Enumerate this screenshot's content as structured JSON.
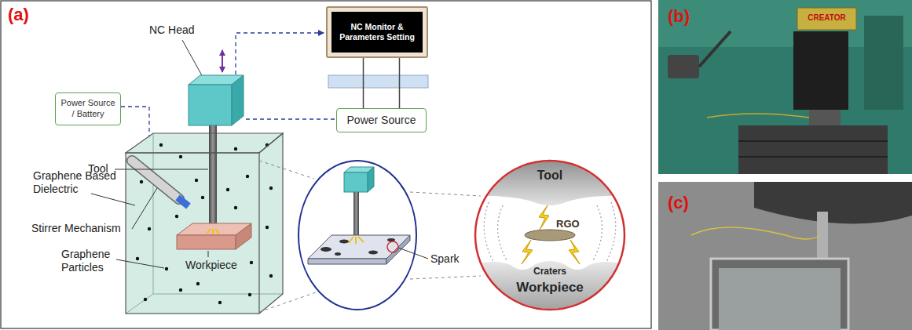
{
  "diagram": {
    "nodes": [
      {
        "text": [
          "Power Source / Battery"
        ]
      },
      {
        "text": [
          "NC Monitor & Parameters Setting"
        ]
      },
      {
        "text": [
          "Power Source"
        ]
      }
    ],
    "edges": [
      {
        "from": 1,
        "to": 2,
        "arrow": "none"
      }
    ],
    "labels": [
      "(a)",
      "NC Head",
      "Tool",
      "Graphene Based Dielectric",
      "Stirrer Mechanism",
      "Graphene Particles",
      "Workpiece",
      "Spark",
      "Tool",
      "RGO",
      "Craters",
      "Workpiece",
      "(b)",
      "CREATOR",
      "(c)"
    ]
  }
}
